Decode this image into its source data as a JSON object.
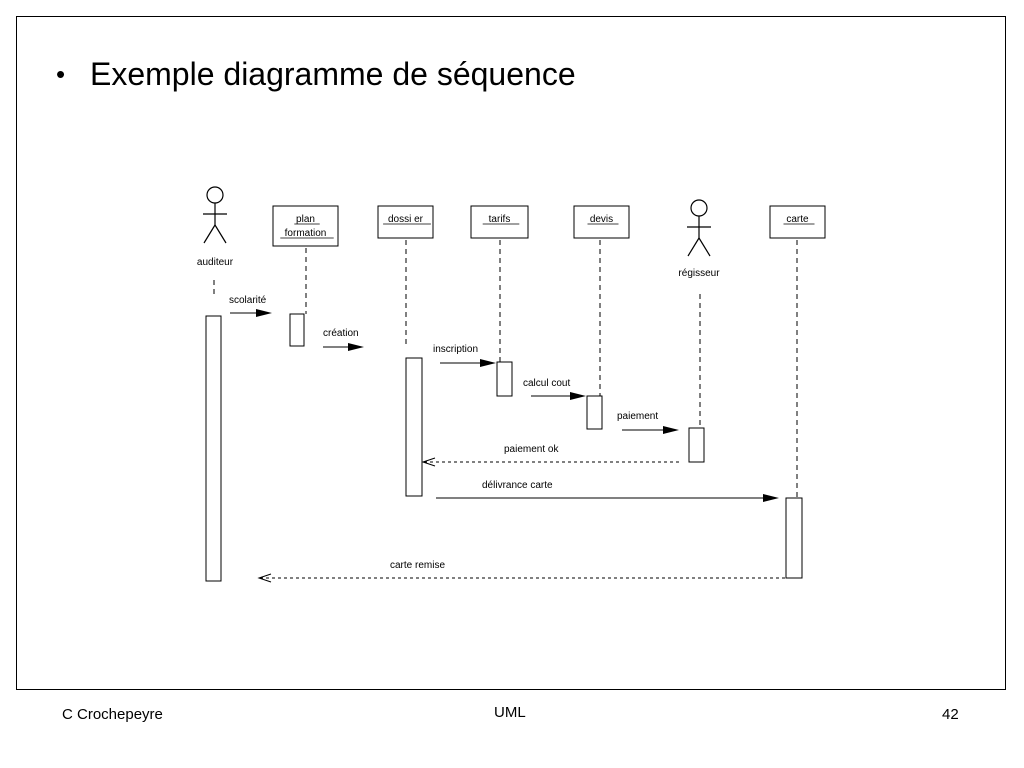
{
  "slide": {
    "title": "Exemple diagramme de séquence",
    "footer_left": "C Crochepeyre",
    "footer_center": "UML",
    "footer_right": "42"
  },
  "diagram": {
    "participants": [
      {
        "id": "auditeur",
        "label": "auditeur",
        "kind": "actor"
      },
      {
        "id": "plan",
        "label": "plan formation",
        "lines": [
          "plan",
          "formation"
        ],
        "kind": "object"
      },
      {
        "id": "dossier",
        "label": "dossier",
        "lines": [
          "dossi er"
        ],
        "kind": "object"
      },
      {
        "id": "tarifs",
        "label": "tarifs",
        "lines": [
          "tarifs"
        ],
        "kind": "object"
      },
      {
        "id": "devis",
        "label": "devis",
        "lines": [
          "devis"
        ],
        "kind": "object"
      },
      {
        "id": "regisseur",
        "label": "régisseur",
        "kind": "actor"
      },
      {
        "id": "carte",
        "label": "carte",
        "lines": [
          "carte"
        ],
        "kind": "object"
      }
    ],
    "messages": [
      {
        "label": "scolarité",
        "kind": "sync"
      },
      {
        "label": "création",
        "kind": "sync"
      },
      {
        "label": "inscription",
        "kind": "sync"
      },
      {
        "label": "calcul cout",
        "kind": "sync"
      },
      {
        "label": "paiement",
        "kind": "sync"
      },
      {
        "label": "paiement ok",
        "kind": "return"
      },
      {
        "label": "délivrance carte",
        "kind": "sync"
      },
      {
        "label": "carte remise",
        "kind": "return"
      }
    ]
  }
}
